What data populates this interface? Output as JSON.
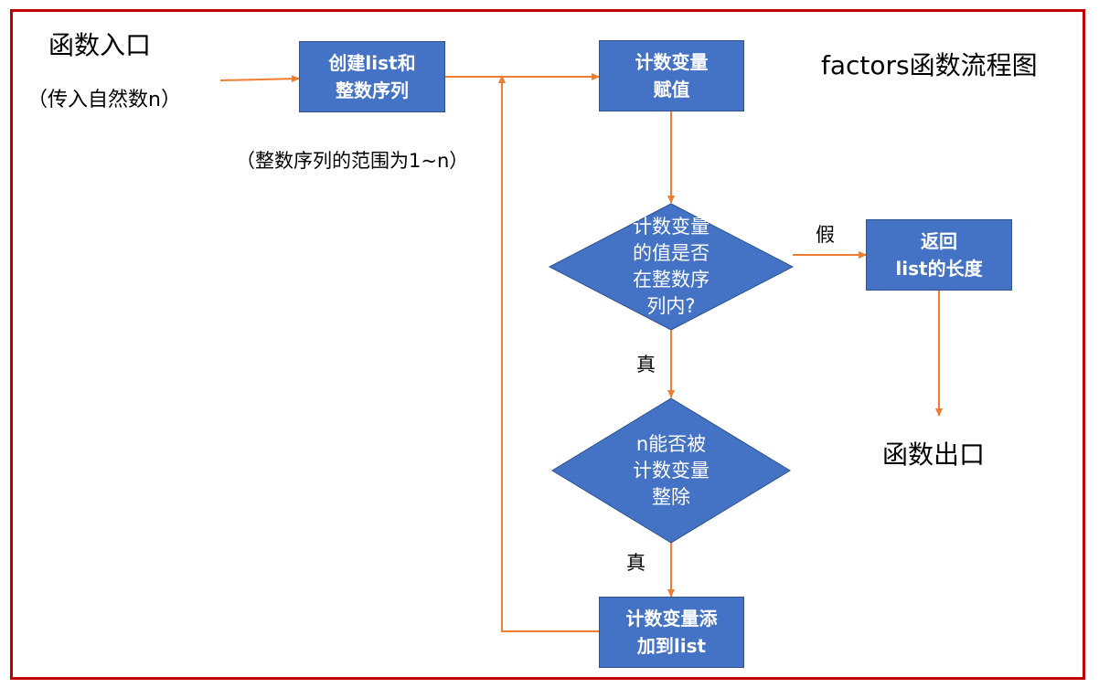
{
  "title": "factors函数流程图",
  "entry": {
    "label": "函数入口",
    "input_note": "（传入自然数n）"
  },
  "range_note": "（整数序列的范围为1~n）",
  "exit_label": "函数出口",
  "nodes": {
    "create_list": {
      "lines": [
        "创建list和",
        "整数序列"
      ]
    },
    "assign_counter": {
      "lines": [
        "计数变量",
        "赋值"
      ]
    },
    "check_in_range": {
      "lines": [
        "计数变量",
        "的值是否",
        "在整数序",
        "列内?"
      ]
    },
    "check_divisible": {
      "lines": [
        "n能否被",
        "计数变量",
        "整除"
      ]
    },
    "append_list": {
      "lines": [
        "计数变量添",
        "加到list"
      ]
    },
    "return_length": {
      "lines": [
        "返回",
        "list的长度"
      ]
    }
  },
  "edge_labels": {
    "false": "假",
    "true_1": "真",
    "true_2": "真"
  },
  "colors": {
    "node_fill": "#4472c4",
    "node_border": "#2f528f",
    "arrow": "#ed7d31",
    "frame": "#c00000"
  }
}
